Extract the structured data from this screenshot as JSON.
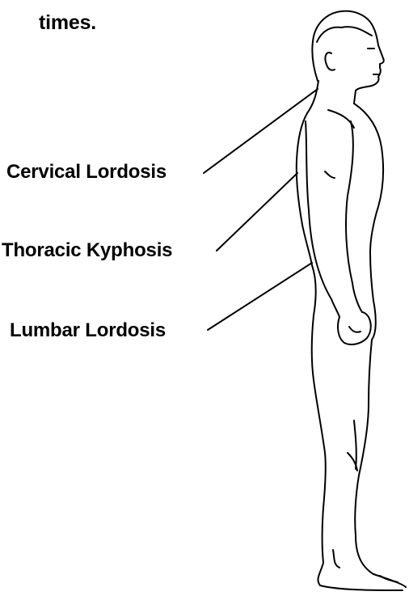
{
  "text_fragment": "times.",
  "labels": {
    "cervical": "Cervical Lordosis",
    "thoracic": "Thoracic Kyphosis",
    "lumbar": "Lumbar Lordosis"
  },
  "figure": {
    "subject": "standing human figure, side view",
    "line_color": "#000000",
    "background_color": "#ffffff"
  }
}
